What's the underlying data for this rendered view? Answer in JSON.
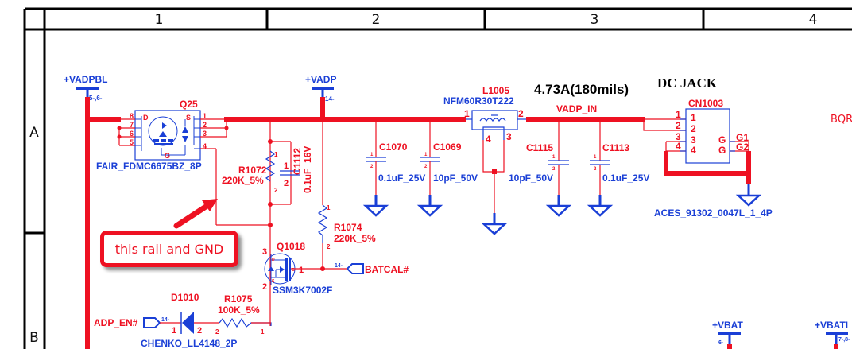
{
  "frame": {
    "columns": [
      "1",
      "2",
      "3",
      "4"
    ],
    "rows": [
      "A",
      "B"
    ]
  },
  "power_symbols": {
    "vadpbl": {
      "name": "+VADPBL",
      "ref": "5-,6-"
    },
    "vadp": {
      "name": "+VADP",
      "ref": "14-"
    },
    "vbat": {
      "name": "+VBAT",
      "ref": "6-"
    },
    "vbati": {
      "name": "+VBATI",
      "ref": "7-,8-"
    }
  },
  "components": {
    "q25": {
      "ref": "Q25",
      "part": "FAIR_FDMC6675BZ_8P",
      "pin_labels": {
        "d": "D",
        "s": "S",
        "g": "G"
      },
      "pins": [
        "8",
        "7",
        "6",
        "5",
        "1",
        "2",
        "3",
        "4"
      ]
    },
    "r1072": {
      "ref": "R1072",
      "value": "220K_5%",
      "pin1": "1",
      "pin2": "2"
    },
    "c1112": {
      "ref": "C1112",
      "value": "0.1uF_16V",
      "pin1": "1",
      "pin2": "2"
    },
    "r1074": {
      "ref": "R1074",
      "value": "220K_5%",
      "pin1": "1",
      "pin2": "2"
    },
    "q1018": {
      "ref": "Q1018",
      "part": "SSM3K7002F",
      "pin_d": "3",
      "pin_s": "2",
      "pin_g": "1",
      "mini_d": "D",
      "mini_s": "S",
      "mini_g": "G"
    },
    "d1010": {
      "ref": "D1010",
      "part": "CHENKO_LL4148_2P",
      "pin1": "1",
      "pin2": "2"
    },
    "r1075": {
      "ref": "R1075",
      "value": "100K_5%",
      "pin1": "1",
      "pin2": "2"
    },
    "c1070": {
      "ref": "C1070",
      "value": "0.1uF_25V",
      "pin1": "1",
      "pin2": "2"
    },
    "c1069": {
      "ref": "C1069",
      "value": "10pF_50V",
      "pin1": "1",
      "pin2": "2"
    },
    "l1005": {
      "ref": "L1005",
      "part": "NFM60R30T222",
      "pins": [
        "1",
        "2",
        "3",
        "4"
      ]
    },
    "c1115": {
      "ref": "C1115",
      "value": "10pF_50V",
      "pin1": "1",
      "pin2": "2"
    },
    "c1113": {
      "ref": "C1113",
      "value": "0.1uF_25V",
      "pin1": "1",
      "pin2": "2"
    },
    "cn1003": {
      "ref": "CN1003",
      "part": "ACES_91302_0047L_1_4P",
      "outer_pins": [
        "1",
        "2",
        "3",
        "4"
      ],
      "inner_pins": [
        "1",
        "2",
        "3",
        "4"
      ],
      "g_labels": [
        "G",
        "G"
      ],
      "g_pins": [
        "G1",
        "G2"
      ]
    }
  },
  "nets": {
    "vadp_in": "VADP_IN",
    "batcal": {
      "name": "BATCAL#",
      "ref": "14-"
    },
    "adp_en": {
      "name": "ADP_EN#",
      "ref": "14-"
    },
    "bqr": "BQR"
  },
  "annotations": {
    "current": "4.73A(180mils)",
    "dc_jack": "DC JACK",
    "callout": "this rail and GND"
  },
  "colors": {
    "wire": "#ee1122",
    "symbol": "#1a3fd6",
    "frame": "#000000"
  }
}
